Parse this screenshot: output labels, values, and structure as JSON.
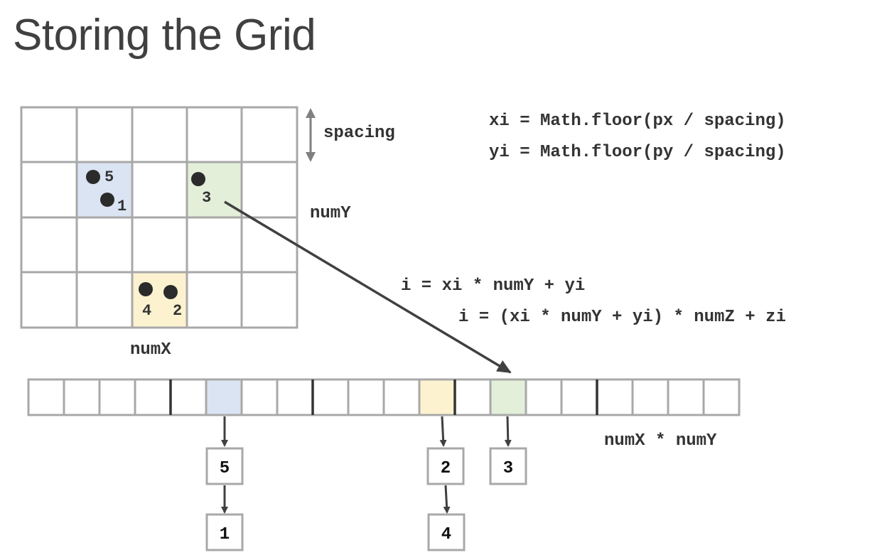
{
  "title": "Storing the Grid",
  "colors": {
    "grid_line": "#a8a8a8",
    "text": "#333333",
    "arrow": "#404040",
    "dot": "#2b2b2b",
    "cell_blue": "#dbe4f3",
    "cell_green": "#e3efd9",
    "cell_yellow": "#fdf2d0"
  },
  "labels": {
    "spacing": "spacing",
    "numY": "numY",
    "numX": "numX",
    "numXnumY": "numX * numY"
  },
  "formulas": {
    "xi": "xi = Math.floor(px / spacing)",
    "yi": "yi = Math.floor(py / spacing)",
    "i2d": "i = xi * numY + yi",
    "i3d": "i = (xi * numY + yi) * numZ + zi"
  },
  "particles": {
    "p5": "5",
    "p1": "1",
    "p3": "3",
    "p4": "4",
    "p2": "2"
  },
  "list_boxes": {
    "b5": "5",
    "b1": "1",
    "b2": "2",
    "b4": "4",
    "b3": "3"
  }
}
